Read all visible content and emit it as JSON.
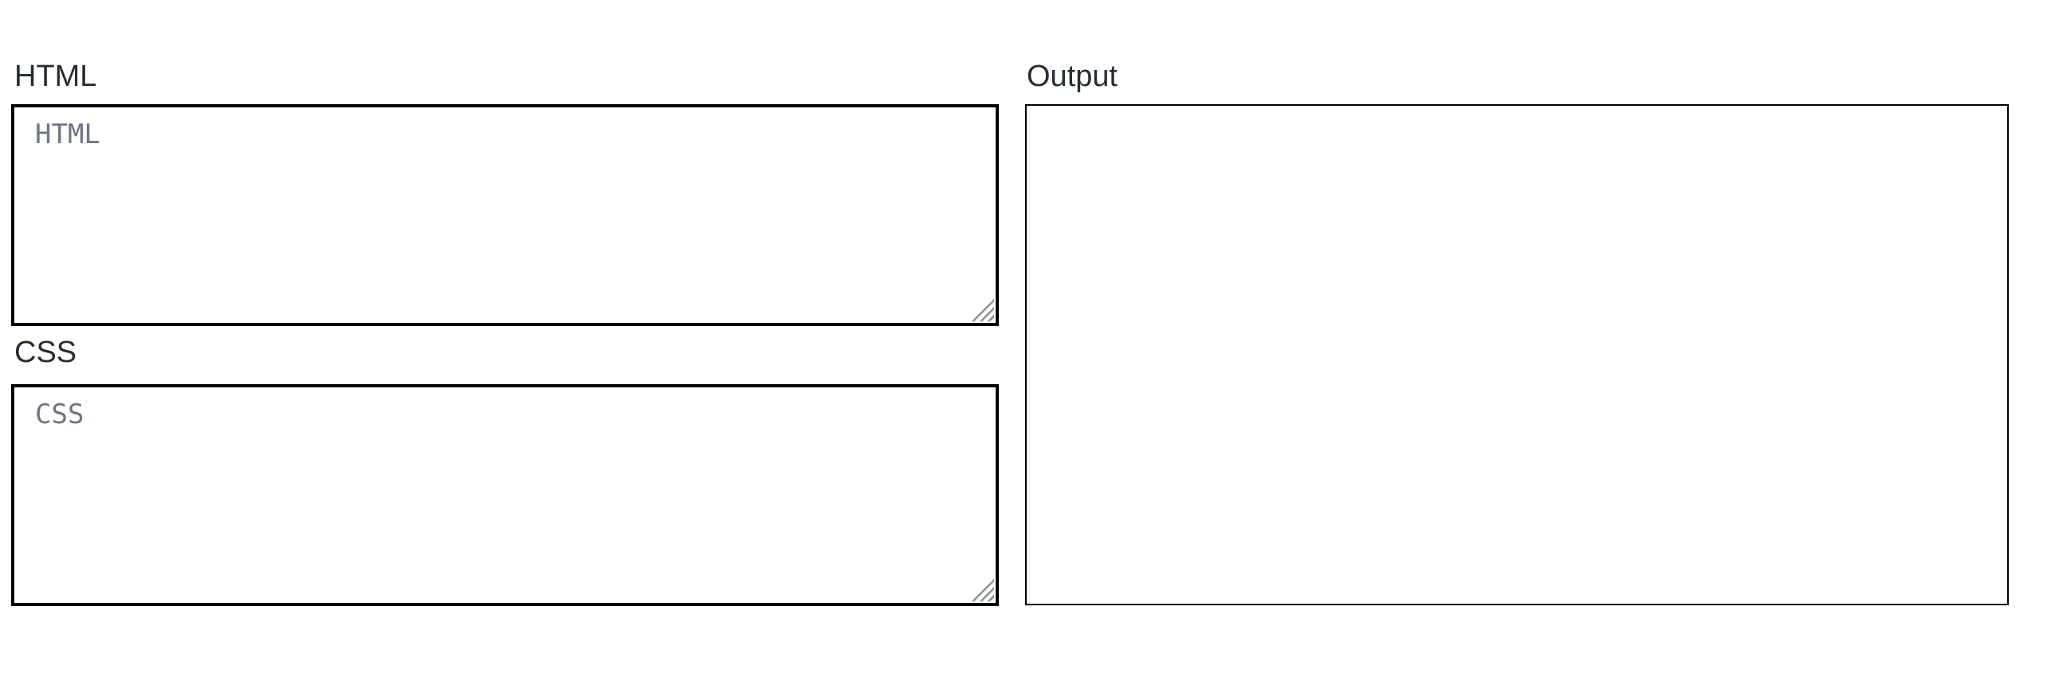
{
  "panels": {
    "html": {
      "label": "HTML",
      "placeholder": "HTML",
      "value": ""
    },
    "css": {
      "label": "CSS",
      "placeholder": "CSS",
      "value": ""
    },
    "output": {
      "label": "Output"
    }
  },
  "icons": {
    "resize_grip": "diagonal-lines-resize-handle"
  },
  "colors": {
    "label_text": "#272c35",
    "placeholder_text": "#6f7487",
    "editor_border": "#000000",
    "output_border": "#000000",
    "resize_grip": "#8b9097",
    "page_bg": "#ffffff"
  }
}
